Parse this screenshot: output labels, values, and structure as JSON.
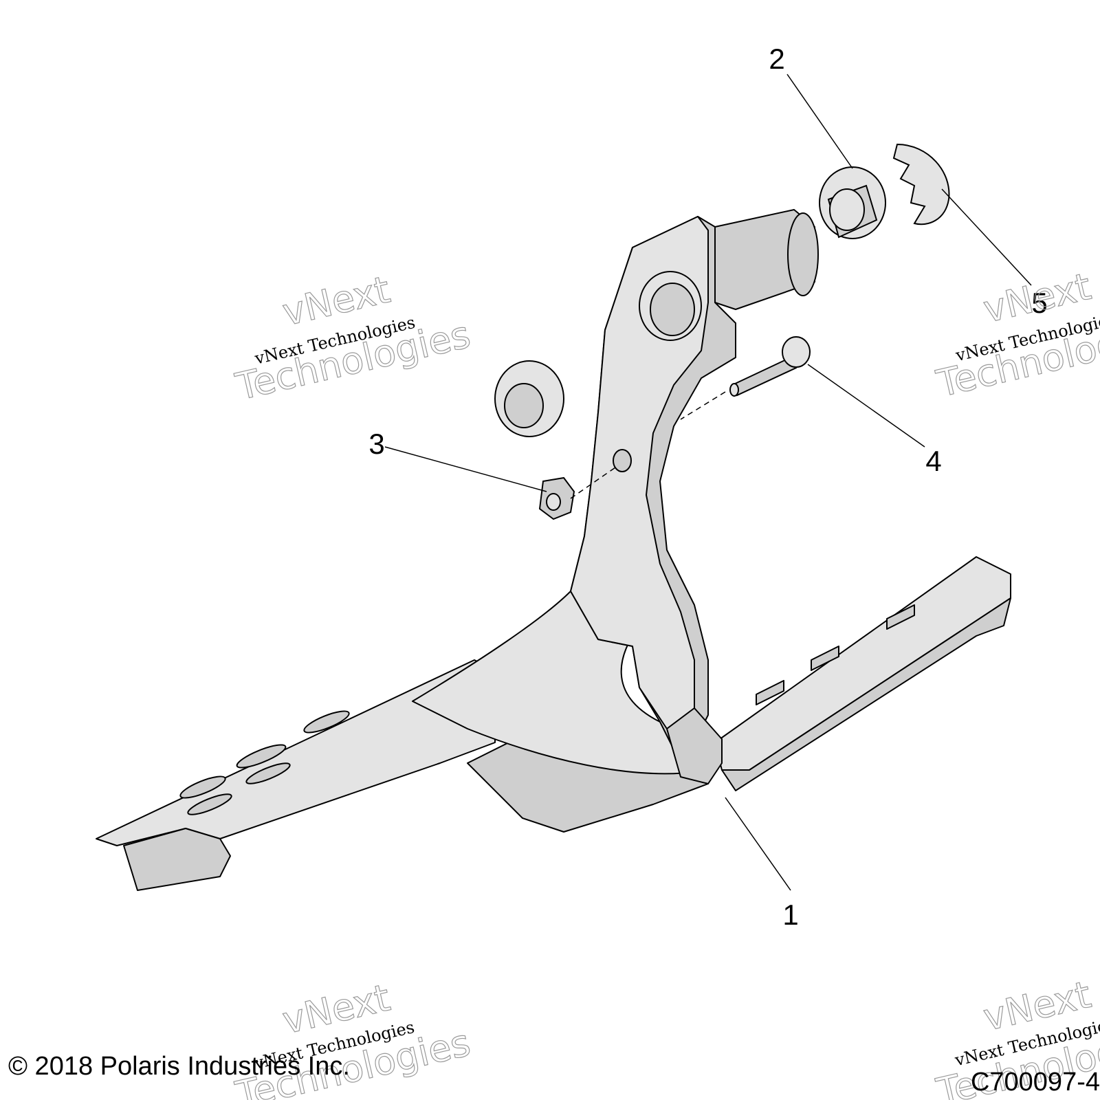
{
  "callouts": [
    {
      "id": "1",
      "label": "1"
    },
    {
      "id": "2",
      "label": "2"
    },
    {
      "id": "3",
      "label": "3"
    },
    {
      "id": "4",
      "label": "4"
    },
    {
      "id": "5",
      "label": "5"
    }
  ],
  "watermark": {
    "line_small": "vNext Technologies",
    "line_outline_1": "vNext",
    "line_outline_2": "Technologies"
  },
  "footer": {
    "copyright": "© 2018 Polaris Industries Inc.",
    "drawing_id": "C700097-4"
  },
  "colors": {
    "part_fill": "#cfcfcf",
    "part_highlight": "#e4e4e4",
    "line": "#000000"
  }
}
